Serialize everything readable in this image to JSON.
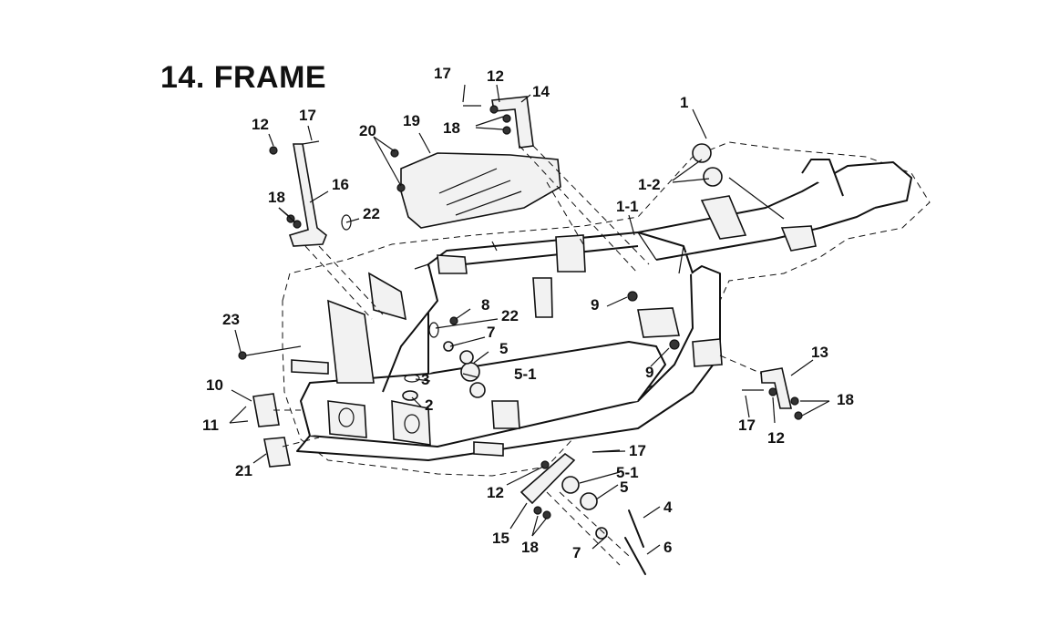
{
  "title": "14. FRAME",
  "callouts": {
    "c1": "1",
    "c1_1": "1-1",
    "c1_2": "1-2",
    "c2": "2",
    "c3": "3",
    "c4": "4",
    "c5a": "5",
    "c5b": "5",
    "c5_1a": "5-1",
    "c5_1b": "5-1",
    "c6": "6",
    "c7a": "7",
    "c7b": "7",
    "c8": "8",
    "c9a": "9",
    "c9b": "9",
    "c10": "10",
    "c11": "11",
    "c12a": "12",
    "c12b": "12",
    "c12c": "12",
    "c12d": "12",
    "c13": "13",
    "c14": "14",
    "c15": "15",
    "c16": "16",
    "c17a": "17",
    "c17b": "17",
    "c17c": "17",
    "c17d": "17",
    "c18a": "18",
    "c18b": "18",
    "c18c": "18",
    "c18d": "18",
    "c19": "19",
    "c20": "20",
    "c21": "21",
    "c22a": "22",
    "c22b": "22",
    "c23": "23"
  }
}
